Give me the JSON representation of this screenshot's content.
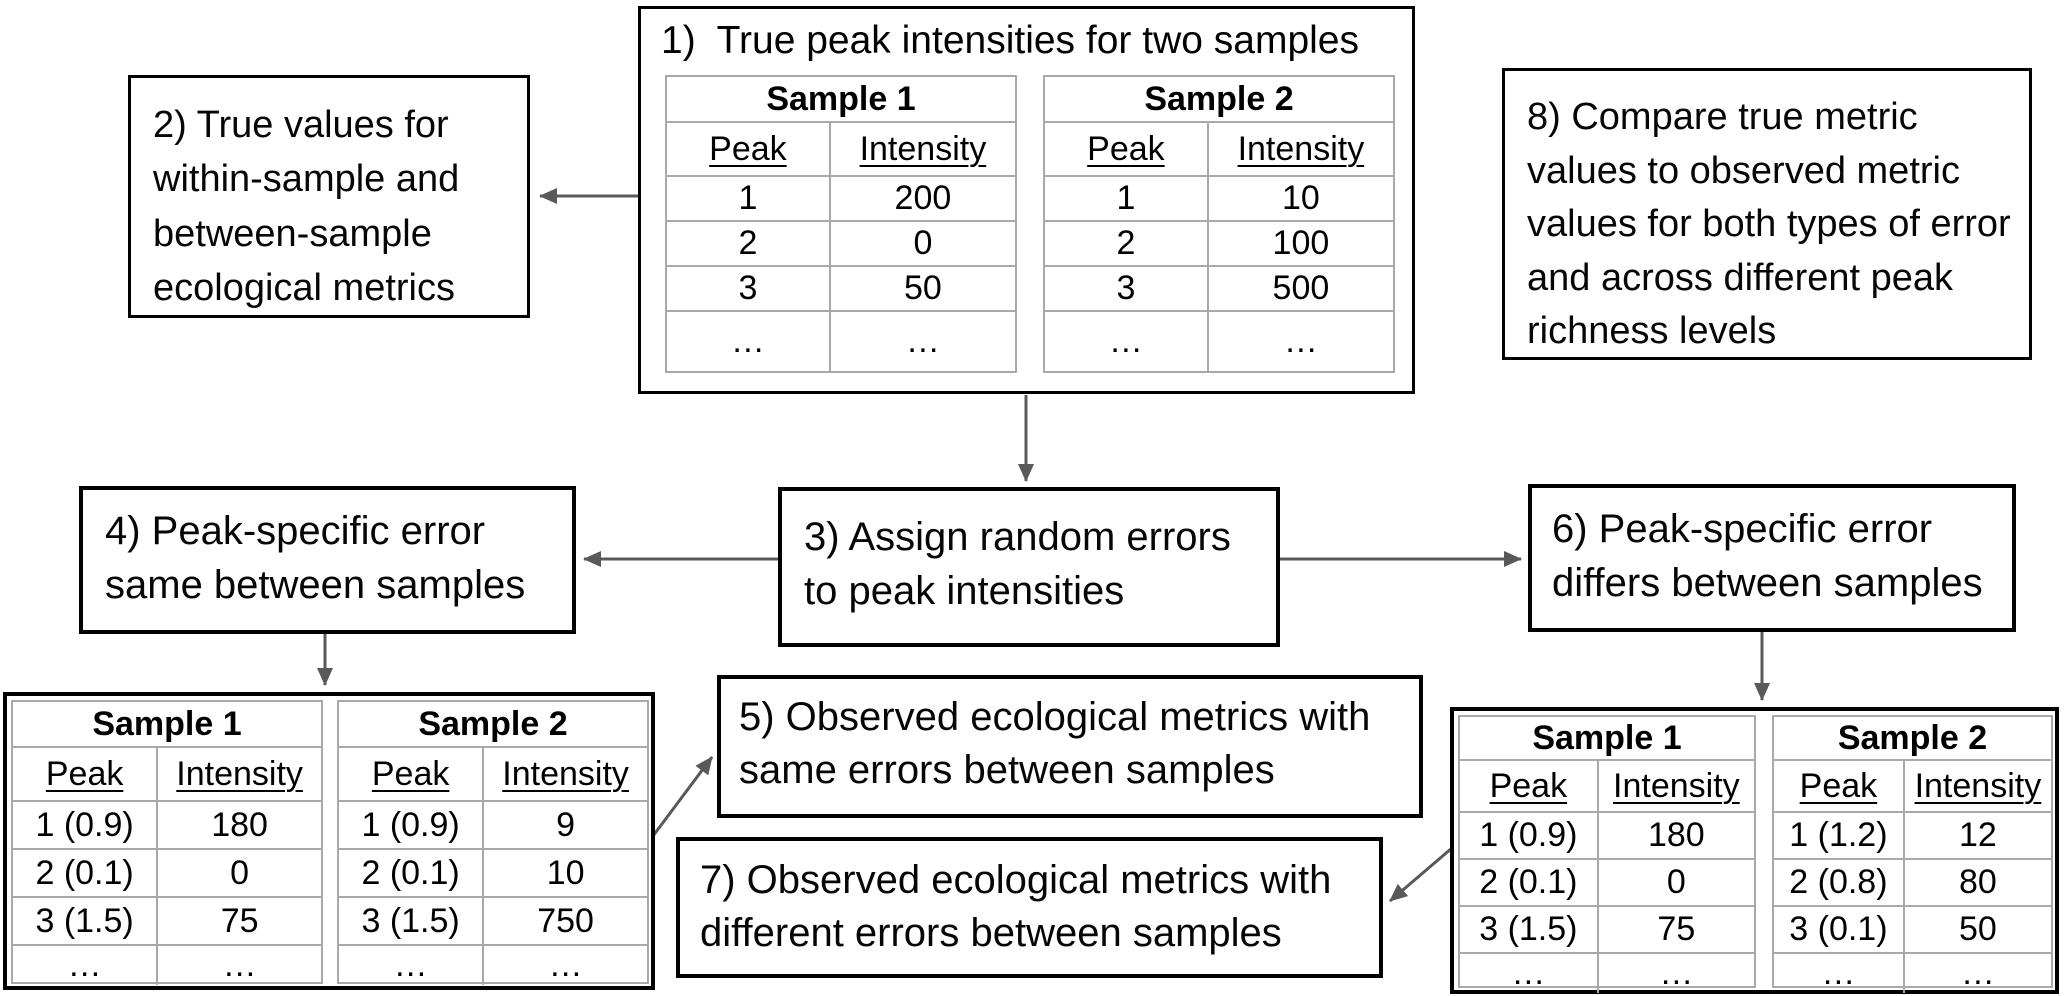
{
  "boxes": {
    "b1_title": "1)  True peak intensities for two samples",
    "b2": "2) True values for within-sample and between-sample ecological metrics",
    "b3": "3) Assign random errors to peak intensities",
    "b4": "4) Peak-specific error same between samples",
    "b5": "5) Observed ecological metrics with same errors between samples",
    "b6": "6) Peak-specific error differs between samples",
    "b7": "7) Observed ecological metrics with different errors between samples",
    "b8": "8) Compare true metric values to observed metric values for both types of error and across different peak richness levels"
  },
  "tables": {
    "true_intensities": {
      "samples": [
        {
          "title": "Sample 1",
          "columns": [
            "Peak",
            "Intensity"
          ],
          "rows": [
            [
              "1",
              "200"
            ],
            [
              "2",
              "0"
            ],
            [
              "3",
              "50"
            ],
            [
              "…",
              "…"
            ]
          ]
        },
        {
          "title": "Sample 2",
          "columns": [
            "Peak",
            "Intensity"
          ],
          "rows": [
            [
              "1",
              "10"
            ],
            [
              "2",
              "100"
            ],
            [
              "3",
              "500"
            ],
            [
              "…",
              "…"
            ]
          ]
        }
      ]
    },
    "same_error": {
      "samples": [
        {
          "title": "Sample 1",
          "columns": [
            "Peak",
            "Intensity"
          ],
          "rows": [
            [
              "1 (0.9)",
              "180"
            ],
            [
              "2 (0.1)",
              "0"
            ],
            [
              "3 (1.5)",
              "75"
            ],
            [
              "…",
              "…"
            ]
          ]
        },
        {
          "title": "Sample 2",
          "columns": [
            "Peak",
            "Intensity"
          ],
          "rows": [
            [
              "1 (0.9)",
              "9"
            ],
            [
              "2 (0.1)",
              "10"
            ],
            [
              "3 (1.5)",
              "750"
            ],
            [
              "…",
              "…"
            ]
          ]
        }
      ]
    },
    "diff_error": {
      "samples": [
        {
          "title": "Sample 1",
          "columns": [
            "Peak",
            "Intensity"
          ],
          "rows": [
            [
              "1 (0.9)",
              "180"
            ],
            [
              "2 (0.1)",
              "0"
            ],
            [
              "3 (1.5)",
              "75"
            ],
            [
              "…",
              "…"
            ]
          ]
        },
        {
          "title": "Sample 2",
          "columns": [
            "Peak",
            "Intensity"
          ],
          "rows": [
            [
              "1 (1.2)",
              "12"
            ],
            [
              "2 (0.8)",
              "80"
            ],
            [
              "3 (0.1)",
              "50"
            ],
            [
              "…",
              "…"
            ]
          ]
        }
      ]
    }
  },
  "colors": {
    "box_border": "#000000",
    "arrow": "#595959",
    "table_border": "#a9a9a9"
  }
}
